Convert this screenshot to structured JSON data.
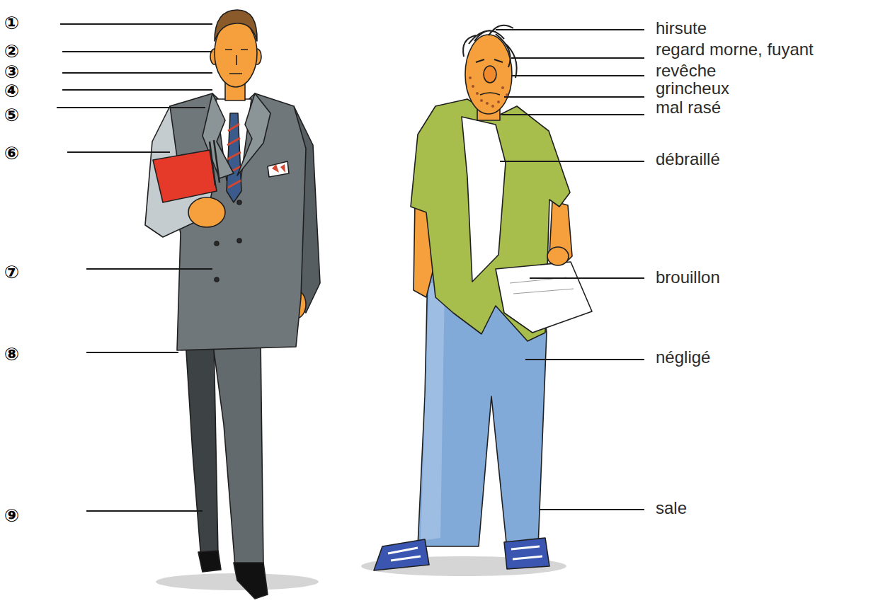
{
  "diagram": {
    "labels": [
      "①",
      "②",
      "③",
      "④",
      "⑤",
      "⑥",
      "⑦",
      "⑧",
      "⑨",
      "hirsute",
      "regard morne, fuyant",
      "revêche",
      "grincheux",
      "mal rasé",
      "débraillé",
      "brouillon",
      "négligé",
      "sale"
    ]
  }
}
